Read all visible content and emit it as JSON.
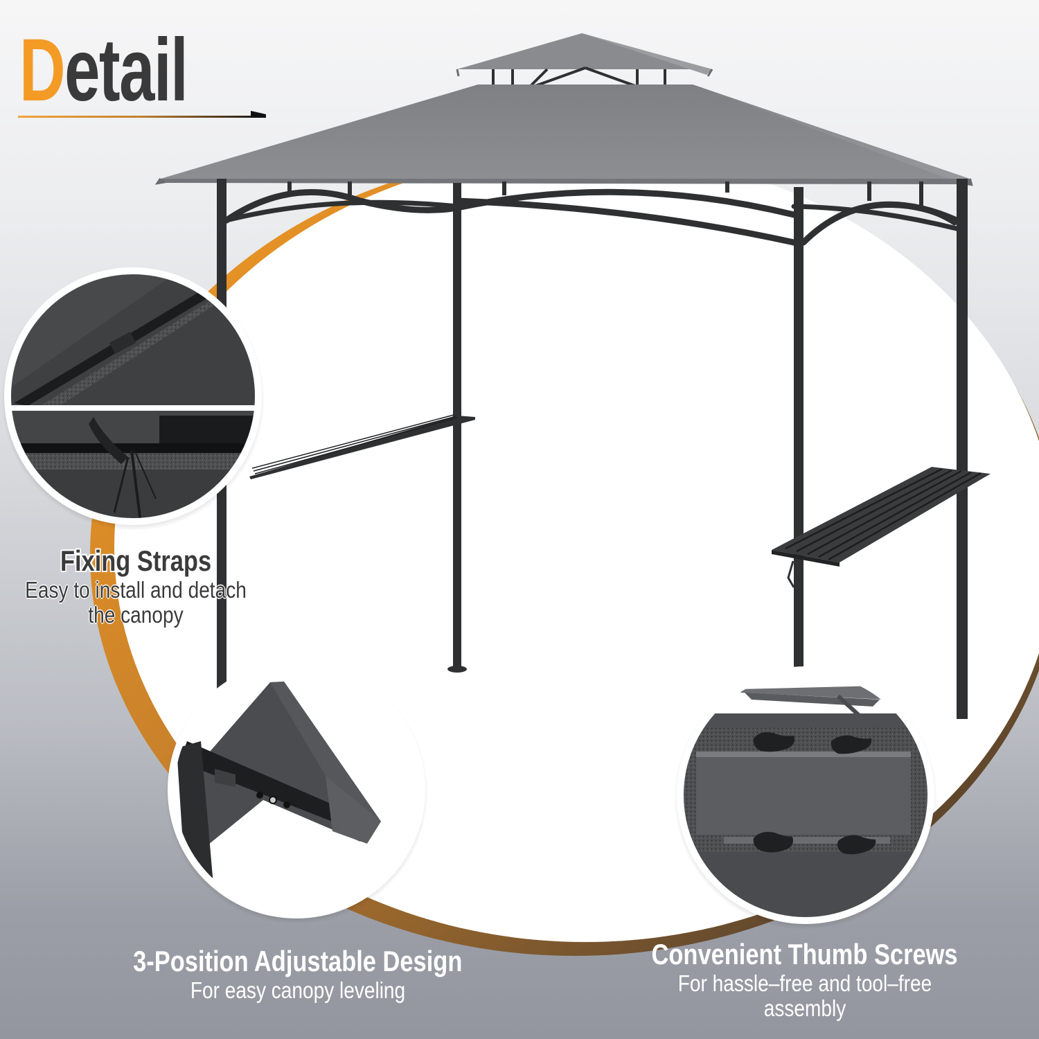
{
  "header": {
    "title_accent": "D",
    "title_rest": "etail"
  },
  "features": [
    {
      "id": "fixing-straps",
      "title": "Fixing Straps",
      "description_lines": [
        "Easy to install and detach",
        "the canopy"
      ]
    },
    {
      "id": "adjustable-design",
      "title": "3-Position Adjustable Design",
      "description_lines": [
        "For easy canopy leveling"
      ]
    },
    {
      "id": "thumb-screws",
      "title": "Convenient Thumb Screws",
      "description_lines": [
        "For hassle–free and tool–free",
        "assembly"
      ]
    }
  ],
  "colors": {
    "accent_orange": "#f49b26",
    "title_gray": "#3a3a3b",
    "canopy_gray": "#8b8c8f",
    "frame_black": "#2e3032",
    "ring_bronze": "#8a6432",
    "background_bottom": "#93969e"
  },
  "product": {
    "type": "double-tier grill gazebo",
    "icons": [
      "canopy-image",
      "frame-image",
      "side-shelf-image"
    ]
  }
}
